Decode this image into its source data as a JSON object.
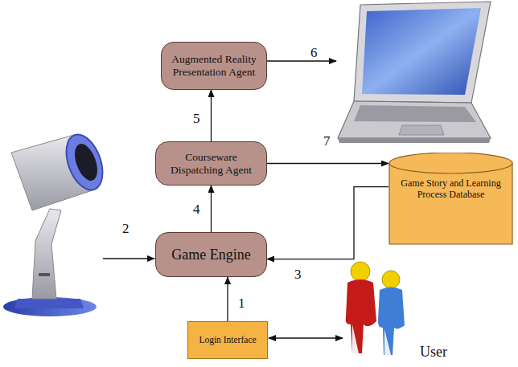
{
  "diagram": {
    "nodes": [
      {
        "text": [
          "Augmented Reality Presentation Agent"
        ]
      },
      {
        "text": [
          "Courseware Dispatching Agent"
        ]
      },
      {
        "text": [
          "Game Engine"
        ]
      },
      {
        "text": [
          "Login Interface"
        ]
      },
      {
        "text": [
          "Game Story and Learning Process Database"
        ]
      }
    ],
    "edges": [
      {
        "from": 3,
        "to": 2,
        "arrow": "to",
        "label": "1"
      },
      {
        "from": 2,
        "to": 1,
        "arrow": "to",
        "label": "4"
      },
      {
        "from": 1,
        "to": 0,
        "arrow": "to",
        "label": "5"
      },
      {
        "from": 1,
        "to": 4,
        "arrow": "to",
        "label": "7"
      },
      {
        "from": 4,
        "to": 2,
        "arrow": "to",
        "label": "3"
      }
    ],
    "labels": [
      "6",
      "2",
      "User"
    ]
  }
}
